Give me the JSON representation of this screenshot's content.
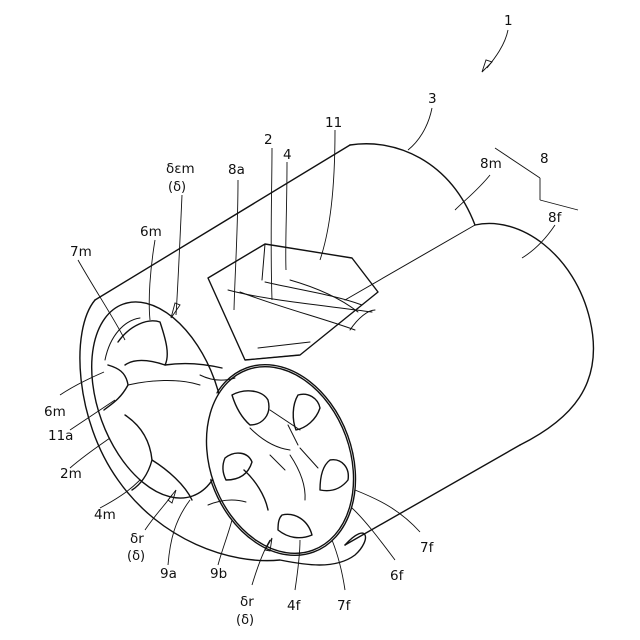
{
  "labels": {
    "assembly": "1",
    "casing": "3",
    "rotor_bore": "8",
    "bore_male": "8m",
    "bore_female": "8f",
    "rotor": "2",
    "rotor_top": "4",
    "port": "11",
    "edge_8a": "8a",
    "clearance_em_top": "δεm",
    "clearance_em_bottom": "(δ)",
    "lobe_6m_top": "6m",
    "lobe_7m": "7m",
    "lobe_6m_left": "6m",
    "port_11a": "11a",
    "male_rotor": "2m",
    "male_body": "4m",
    "clearance_r1_top": "δr",
    "clearance_r1_bottom": "(δ)",
    "cusp_9a": "9a",
    "cusp_9b": "9b",
    "clearance_r2_top": "δr",
    "clearance_r2_bottom": "(δ)",
    "female_body": "4f",
    "female_7f_bottom": "7f",
    "female_6f": "6f",
    "female_7f_right": "7f"
  }
}
